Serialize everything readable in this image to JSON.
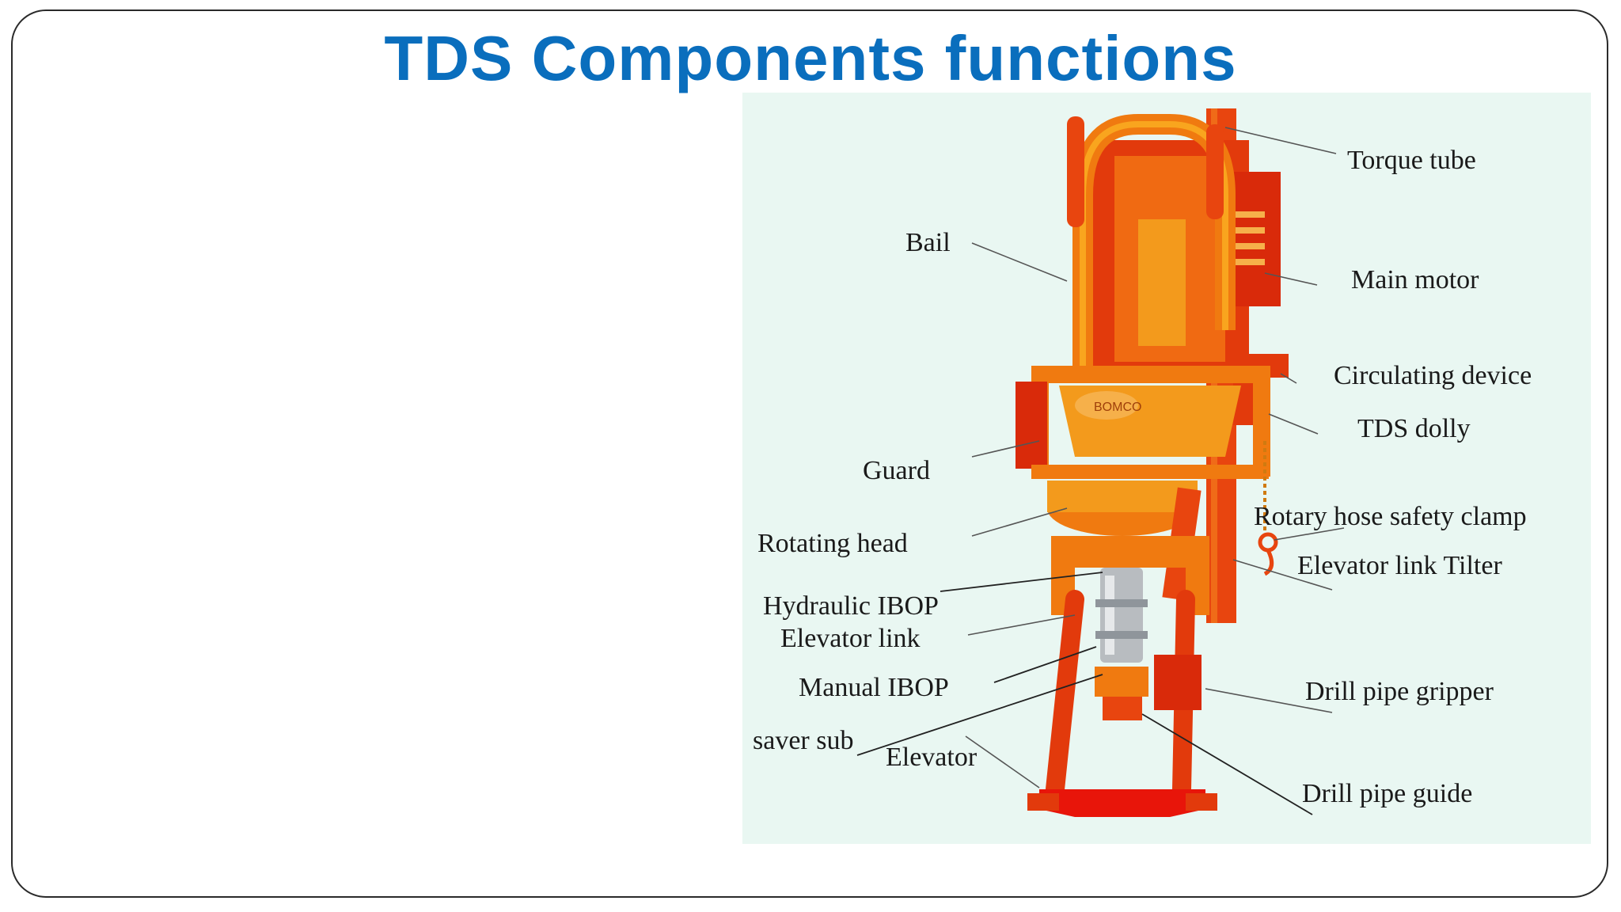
{
  "slide": {
    "title": "TDS Components functions",
    "title_color": "#0a6ebd"
  },
  "diagram": {
    "panel_color": "#e9f7f2",
    "machine_colors": {
      "main": "#f07a10",
      "dark": "#d92a0a",
      "light": "#f9a51e",
      "steel": "#b8bcc0"
    },
    "brand_mark": "BOMCO",
    "labels": {
      "torque_tube": "Torque tube",
      "main_motor": "Main motor",
      "circulating_device": "Circulating device",
      "tds_dolly": "TDS dolly",
      "rotary_hose_safety_clamp": "Rotary hose safety clamp",
      "elevator_link_tilter": "Elevator link Tilter",
      "drill_pipe_gripper": "Drill pipe gripper",
      "drill_pipe_guide": "Drill pipe guide",
      "bail": "Bail",
      "guard": "Guard",
      "rotating_head": "Rotating head",
      "hydraulic_ibop": "Hydraulic IBOP",
      "elevator_link": "Elevator link",
      "manual_ibop": "Manual IBOP",
      "saver_sub": "saver sub",
      "elevator": "Elevator"
    }
  }
}
